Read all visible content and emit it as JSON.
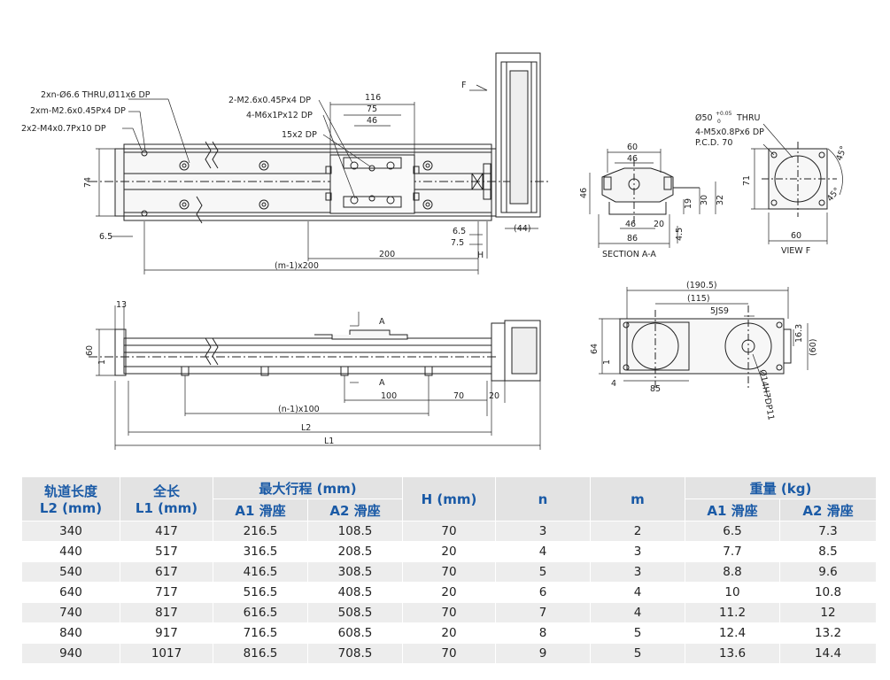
{
  "drawing": {
    "top_labels": [
      "2xn-Ø6.6 THRU,Ø11x6 DP",
      "2xm-M2.6x0.45Px4 DP",
      "2x2-M4x0.7Px10 DP"
    ],
    "carriage_labels": [
      "2-M2.6x0.45Px4 DP",
      "4-M6x1Px12 DP",
      "15x2 DP"
    ],
    "dims_top": [
      "116",
      "75",
      "46",
      "74",
      "6.5",
      "6.5",
      "7.5",
      "200",
      "H",
      "(m-1)x200",
      "(44)"
    ],
    "view_marker": "F",
    "section_labels": [
      "60",
      "46",
      "46",
      "19",
      "30",
      "32",
      "46",
      "20",
      "4.5",
      "86",
      "SECTION A-A"
    ],
    "view_f_labels": [
      "Ø50",
      "+0.05",
      "0",
      "THRU",
      "4-M5x0.8Px6 DP",
      "P.C.D. 70",
      "71",
      "60",
      "45°",
      "45°",
      "VIEW F"
    ],
    "side_labels": [
      "13",
      "60",
      "1",
      "A",
      "A",
      "100",
      "70",
      "20",
      "(n-1)x100",
      "L2",
      "L1"
    ],
    "end_labels": [
      "(190.5)",
      "(115)",
      "5JS9",
      "16.3",
      "(60)",
      "64",
      "1",
      "4",
      "85",
      "Ø14H7DP11"
    ]
  },
  "table": {
    "headers": {
      "rail_length": [
        "轨道长度",
        "L2 (mm)"
      ],
      "total_length": [
        "全长",
        "L1 (mm)"
      ],
      "max_stroke": "最大行程 (mm)",
      "h": "H (mm)",
      "n": "n",
      "m": "m",
      "weight": "重量 (kg)",
      "a1": "A1 滑座",
      "a2": "A2 滑座"
    },
    "rows": [
      [
        "340",
        "417",
        "216.5",
        "108.5",
        "70",
        "3",
        "2",
        "6.5",
        "7.3"
      ],
      [
        "440",
        "517",
        "316.5",
        "208.5",
        "20",
        "4",
        "3",
        "7.7",
        "8.5"
      ],
      [
        "540",
        "617",
        "416.5",
        "308.5",
        "70",
        "5",
        "3",
        "8.8",
        "9.6"
      ],
      [
        "640",
        "717",
        "516.5",
        "408.5",
        "20",
        "6",
        "4",
        "10",
        "10.8"
      ],
      [
        "740",
        "817",
        "616.5",
        "508.5",
        "70",
        "7",
        "4",
        "11.2",
        "12"
      ],
      [
        "840",
        "917",
        "716.5",
        "608.5",
        "20",
        "8",
        "5",
        "12.4",
        "13.2"
      ],
      [
        "940",
        "1017",
        "816.5",
        "708.5",
        "70",
        "9",
        "5",
        "13.6",
        "14.4"
      ]
    ]
  }
}
